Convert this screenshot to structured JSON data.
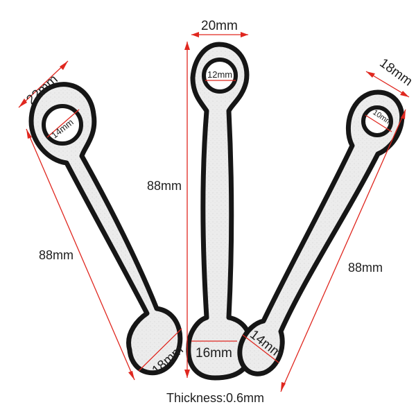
{
  "parts": [
    {
      "name": "left-hook",
      "labels": {
        "top_width": "22mm",
        "hole": "14mm",
        "length": "88mm",
        "end": "18mm"
      }
    },
    {
      "name": "middle-hook",
      "labels": {
        "top_width": "20mm",
        "hole": "12mm",
        "length": "88mm",
        "end": "16mm"
      }
    },
    {
      "name": "right-hook",
      "labels": {
        "top_width": "18mm",
        "hole": "10mm",
        "length": "88mm",
        "end": "14mm"
      }
    }
  ],
  "footer": {
    "thickness": "Thickness:0.6mm"
  },
  "colors": {
    "dimension_line": "#e0271f",
    "outline": "#161616",
    "part_fill": "#ededed"
  }
}
